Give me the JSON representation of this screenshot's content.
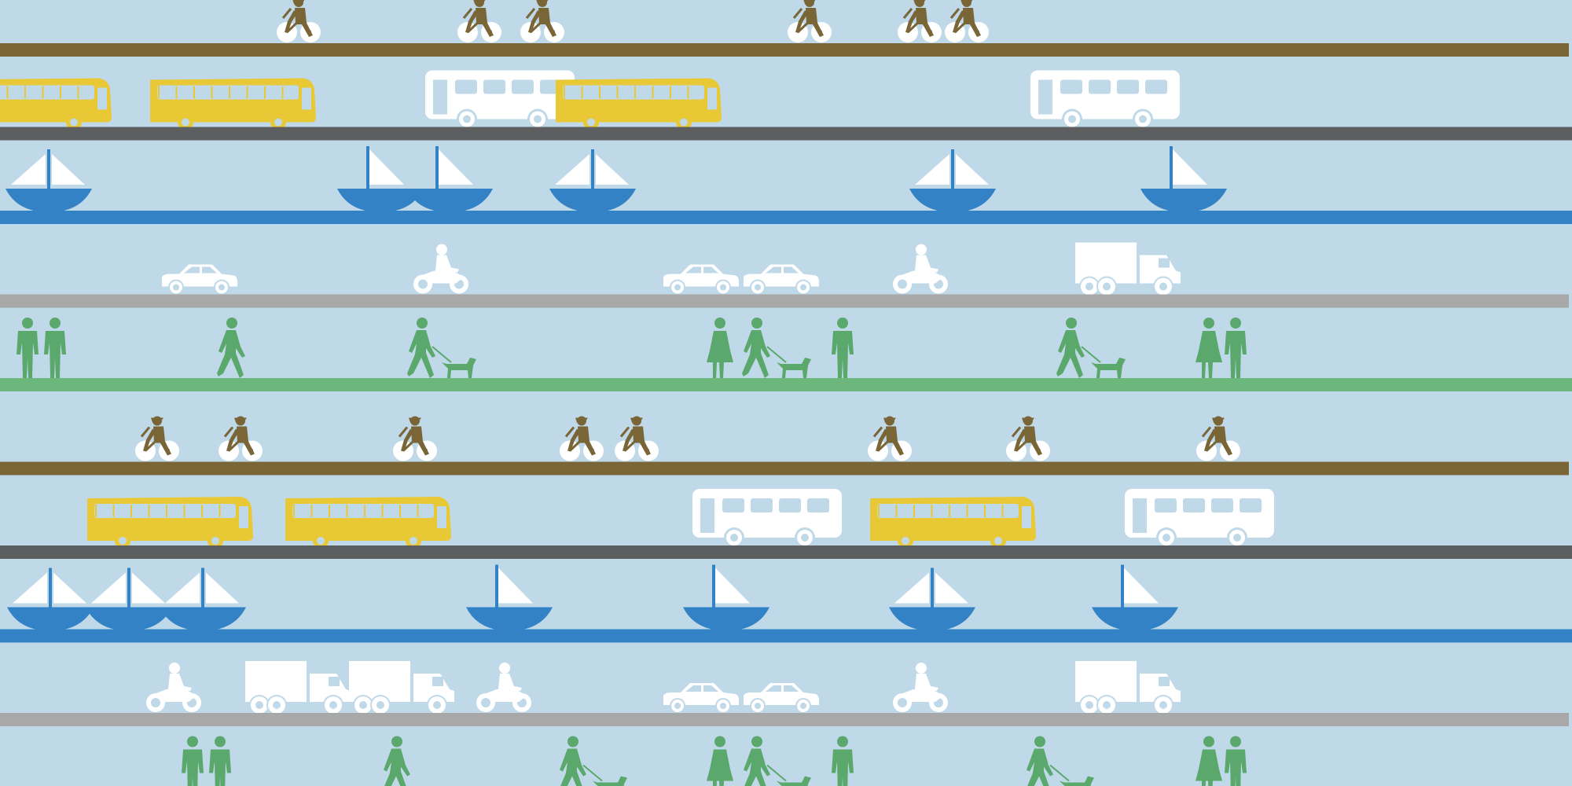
{
  "colors": {
    "background": "#c0d9e9",
    "cycle_lane": "#7a6537",
    "bus_lane": "#5c5e60",
    "water_lane": "#3282c5",
    "road_lane": "#a8a8a8",
    "footpath_lane": "#6cb77c",
    "cyclist": "#7a6537",
    "wheel": "#ffffff",
    "yellow_bus": "#e8c935",
    "white_vehicle": "#ffffff",
    "boat_hull": "#3282c5",
    "sail": "#ffffff",
    "pedestrian": "#5aa86c"
  },
  "lanes": [
    {
      "kind": "cycle",
      "icon": "cyclist-icon",
      "items": [
        {
          "pos": 0.19
        },
        {
          "pos": 0.305
        },
        {
          "pos": 0.345
        },
        {
          "pos": 0.515
        },
        {
          "pos": 0.585
        },
        {
          "pos": 0.615
        }
      ]
    },
    {
      "kind": "bus",
      "icon": "bus-icon",
      "items": [
        {
          "pos": 0.018,
          "variant": "yellow"
        },
        {
          "pos": 0.148,
          "variant": "yellow"
        },
        {
          "pos": 0.318,
          "variant": "white"
        },
        {
          "pos": 0.406,
          "variant": "yellow"
        },
        {
          "pos": 0.703,
          "variant": "white"
        }
      ]
    },
    {
      "kind": "water",
      "icon": "sailboat-icon",
      "items": [
        {
          "pos": 0.031,
          "variant": "center"
        },
        {
          "pos": 0.242,
          "variant": "right"
        },
        {
          "pos": 0.286,
          "variant": "right"
        },
        {
          "pos": 0.377,
          "variant": "center"
        },
        {
          "pos": 0.606,
          "variant": "center"
        },
        {
          "pos": 0.753,
          "variant": "right"
        }
      ]
    },
    {
      "kind": "road",
      "icon": "road-vehicle-icon",
      "items": [
        {
          "pos": 0.127,
          "variant": "car"
        },
        {
          "pos": 0.28,
          "variant": "motorbike"
        },
        {
          "pos": 0.446,
          "variant": "car"
        },
        {
          "pos": 0.497,
          "variant": "car"
        },
        {
          "pos": 0.585,
          "variant": "motorbike"
        },
        {
          "pos": 0.718,
          "variant": "truck"
        }
      ]
    },
    {
      "kind": "foot",
      "icon": "pedestrian-icon",
      "items": [
        {
          "pos": 0.025,
          "variant": "pair"
        },
        {
          "pos": 0.146,
          "variant": "walker"
        },
        {
          "pos": 0.277,
          "variant": "dogwalker"
        },
        {
          "pos": 0.458,
          "variant": "woman"
        },
        {
          "pos": 0.49,
          "variant": "dogwalker"
        },
        {
          "pos": 0.536,
          "variant": "man"
        },
        {
          "pos": 0.69,
          "variant": "dogwalker"
        },
        {
          "pos": 0.778,
          "variant": "pair-woman-man"
        }
      ]
    },
    {
      "kind": "cycle",
      "icon": "cyclist-icon",
      "items": [
        {
          "pos": 0.1
        },
        {
          "pos": 0.153
        },
        {
          "pos": 0.264
        },
        {
          "pos": 0.37
        },
        {
          "pos": 0.405
        },
        {
          "pos": 0.566
        },
        {
          "pos": 0.654
        },
        {
          "pos": 0.775
        }
      ]
    },
    {
      "kind": "bus",
      "icon": "bus-icon",
      "items": [
        {
          "pos": 0.108,
          "variant": "yellow"
        },
        {
          "pos": 0.234,
          "variant": "yellow"
        },
        {
          "pos": 0.488,
          "variant": "white"
        },
        {
          "pos": 0.606,
          "variant": "yellow"
        },
        {
          "pos": 0.763,
          "variant": "white"
        }
      ]
    },
    {
      "kind": "water",
      "icon": "sailboat-icon",
      "items": [
        {
          "pos": 0.032,
          "variant": "center"
        },
        {
          "pos": 0.082,
          "variant": "center"
        },
        {
          "pos": 0.129,
          "variant": "center"
        },
        {
          "pos": 0.324,
          "variant": "right"
        },
        {
          "pos": 0.462,
          "variant": "right"
        },
        {
          "pos": 0.593,
          "variant": "center"
        },
        {
          "pos": 0.722,
          "variant": "right"
        }
      ]
    },
    {
      "kind": "road",
      "icon": "road-vehicle-icon",
      "items": [
        {
          "pos": 0.11,
          "variant": "motorbike"
        },
        {
          "pos": 0.19,
          "variant": "truck"
        },
        {
          "pos": 0.256,
          "variant": "truck"
        },
        {
          "pos": 0.32,
          "variant": "motorbike"
        },
        {
          "pos": 0.446,
          "variant": "car"
        },
        {
          "pos": 0.497,
          "variant": "car"
        },
        {
          "pos": 0.585,
          "variant": "motorbike"
        },
        {
          "pos": 0.718,
          "variant": "truck"
        }
      ]
    },
    {
      "kind": "foot",
      "icon": "pedestrian-icon",
      "items": [
        {
          "pos": 0.13,
          "variant": "pair"
        },
        {
          "pos": 0.251,
          "variant": "walker"
        },
        {
          "pos": 0.373,
          "variant": "dogwalker"
        },
        {
          "pos": 0.458,
          "variant": "woman"
        },
        {
          "pos": 0.49,
          "variant": "dogwalker"
        },
        {
          "pos": 0.536,
          "variant": "man"
        },
        {
          "pos": 0.67,
          "variant": "dogwalker"
        },
        {
          "pos": 0.778,
          "variant": "pair-woman-man"
        }
      ]
    }
  ]
}
